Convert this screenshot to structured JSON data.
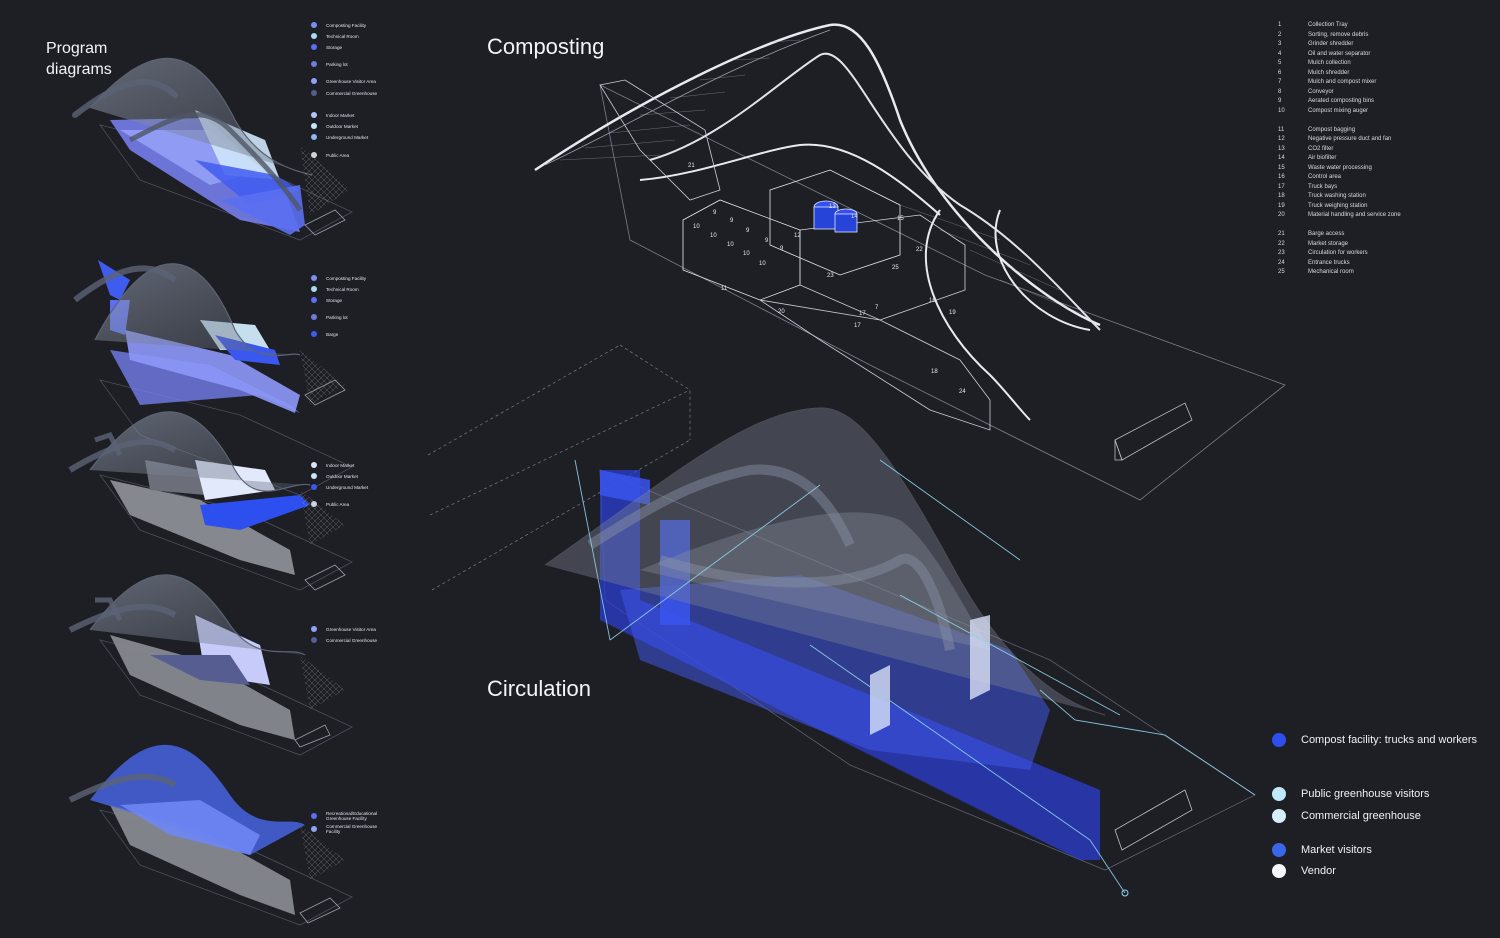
{
  "titles": {
    "program": "Program diagrams",
    "composting": "Composting",
    "circulation": "Circulation"
  },
  "colors": {
    "background": "#1e1f24",
    "blue_strong": "#2d4ff0",
    "blue_mid": "#5a6ff2",
    "lavender": "#9ca7f5",
    "light_blue": "#a6dbf4",
    "pale": "#dde7f7",
    "gray": "#8b8e96",
    "gray_dark": "#6c6f79"
  },
  "program_legends": [
    [
      {
        "label": "Composting Facility",
        "color": "#7d8df2"
      },
      {
        "label": "Technical Room",
        "color": "#a6dbf4"
      },
      {
        "label": "Storage",
        "color": "#5a6ff2"
      },
      {
        "label": "Parking lot",
        "color": "#6f7bdb"
      },
      {
        "label": "Greenhouse Visitor Area",
        "color": "#8fa2f3"
      },
      {
        "label": "Commercial Greenhouse",
        "color": "#565d91"
      },
      {
        "label": "Indoor Market",
        "color": "#b7c2f8"
      },
      {
        "label": "Outdoor Market",
        "color": "#c9e6f8"
      },
      {
        "label": "Underground Market",
        "color": "#8fb5f5"
      },
      {
        "label": "Public Area",
        "color": "#cfd3dc"
      }
    ],
    [
      {
        "label": "Composting Facility",
        "color": "#7d8df2"
      },
      {
        "label": "Technical Room",
        "color": "#a6dbf4"
      },
      {
        "label": "Storage",
        "color": "#5a6ff2"
      },
      {
        "label": "Parking lot",
        "color": "#6f7bdb"
      },
      {
        "label": "Barge",
        "color": "#3f5cf0"
      }
    ],
    [
      {
        "label": "Indoor Market",
        "color": "#dce4f8"
      },
      {
        "label": "Outdoor Market",
        "color": "#c9e6f8"
      },
      {
        "label": "Underground Market",
        "color": "#3a57ef"
      },
      {
        "label": "Public Area",
        "color": "#cfd3dc"
      }
    ],
    [
      {
        "label": "Greenhouse Visitor Area",
        "color": "#8fa2f3"
      },
      {
        "label": "Commercial Greenhouse",
        "color": "#565d91"
      }
    ],
    [
      {
        "label": "Recreational/Educational Greenhouse Facility",
        "color": "#5a6ff2"
      },
      {
        "label": "Commercial Greenhouse Facility",
        "color": "#8fa2f3"
      }
    ]
  ],
  "composting_list": [
    {
      "n": "1",
      "label": "Collection Tray"
    },
    {
      "n": "2",
      "label": "Sorting, remove debris"
    },
    {
      "n": "3",
      "label": "Grinder shredder"
    },
    {
      "n": "4",
      "label": "Oil and water separator"
    },
    {
      "n": "5",
      "label": "Mulch collection"
    },
    {
      "n": "6",
      "label": "Mulch shredder"
    },
    {
      "n": "7",
      "label": "Mulch and compost mixer"
    },
    {
      "n": "8",
      "label": "Conveyor"
    },
    {
      "n": "9",
      "label": "Aerated composting bins"
    },
    {
      "n": "10",
      "label": "Compost mixing auger"
    },
    {
      "n": "11",
      "label": "Compost bagging"
    },
    {
      "n": "12",
      "label": "Negative pressure duct and fan"
    },
    {
      "n": "13",
      "label": "CO2 filter"
    },
    {
      "n": "14",
      "label": "Air biofilter"
    },
    {
      "n": "15",
      "label": "Waste water processing"
    },
    {
      "n": "16",
      "label": "Control area"
    },
    {
      "n": "17",
      "label": "Truck bays"
    },
    {
      "n": "18",
      "label": "Truck washing station"
    },
    {
      "n": "19",
      "label": "Truck weighing station"
    },
    {
      "n": "20",
      "label": "Material handling and service zone"
    },
    {
      "n": "21",
      "label": "Barge access"
    },
    {
      "n": "22",
      "label": "Market storage"
    },
    {
      "n": "23",
      "label": "Circulation for workers"
    },
    {
      "n": "24",
      "label": "Entrance trucks"
    },
    {
      "n": "25",
      "label": "Mechanical room"
    }
  ],
  "drawing_numbers": [
    "21",
    "9",
    "9",
    "10",
    "10",
    "10",
    "9",
    "9",
    "9",
    "10",
    "10",
    "12",
    "13",
    "14",
    "15",
    "11",
    "22",
    "23",
    "25",
    "20",
    "17",
    "17",
    "16",
    "19",
    "18",
    "24",
    "7"
  ],
  "circulation_legend": [
    {
      "label": "Compost facility: trucks and workers",
      "color": "#2d4ff0"
    },
    {
      "label": "Public greenhouse visitors",
      "color": "#bfe9fb"
    },
    {
      "label": "Commercial greenhouse",
      "color": "#d6eefa"
    },
    {
      "label": "Market visitors",
      "color": "#3a66e8"
    },
    {
      "label": "Vendor",
      "color": "#f4f6fa"
    }
  ]
}
